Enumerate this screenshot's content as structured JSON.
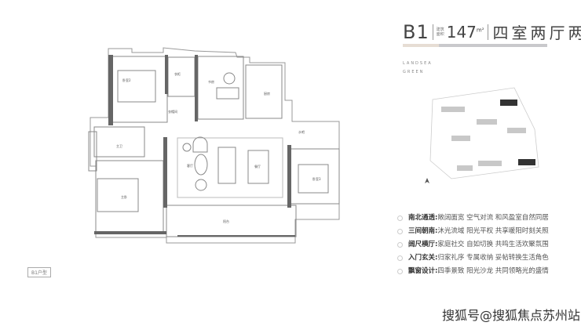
{
  "header": {
    "unit_code": "B1",
    "area_label": "建筑面积",
    "area_value": "147",
    "area_unit": "m²",
    "layout_type": "四室两厅两卫",
    "brand_line1": "LANDSEA",
    "brand_line2": "GREEN"
  },
  "floorplan": {
    "unit_tag": "B1户型",
    "rooms": {
      "bedroom2": "卧室2",
      "closet": "衣柜",
      "study": "书房",
      "kitchen": "厨房",
      "hall": "衣帽间",
      "bar": "水吧",
      "living": "客厅",
      "dining": "餐厅",
      "master": "主卧",
      "bath": "主卫",
      "bedroom3": "卧室3",
      "balcony": "阳台"
    }
  },
  "features": [
    {
      "title": "南北通透:",
      "text": " 敞阔面宽 空气对流 和风盈室自然同居"
    },
    {
      "title": "三间朝南:",
      "text": " 沐光流域 阳光平权 共享暖阳时刻关照"
    },
    {
      "title": "阔尺横厅:",
      "text": " 家庭社交 自如切换 共鸣生活欢聚氛围"
    },
    {
      "title": "入门玄关:",
      "text": " 归家礼序 专属收纳 妥帖转换生活角色"
    },
    {
      "title": "飘窗设计:",
      "text": " 四季景致 阳光沙龙 共同领略光的盛情"
    }
  ],
  "watermark": "搜狐号@搜狐焦点苏州站",
  "colors": {
    "wall": "#777777",
    "highlight_building": "#333333",
    "building": "#c8c8c8"
  }
}
